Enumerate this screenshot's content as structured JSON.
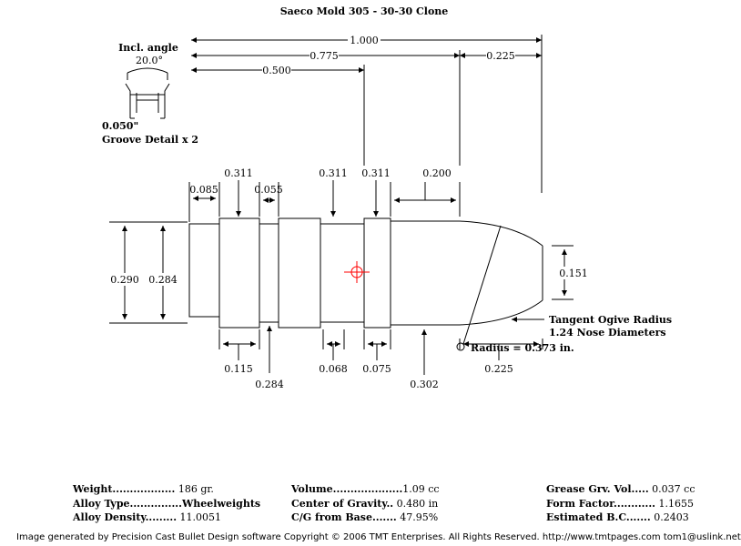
{
  "title": "Saeco Mold   305 - 30-30 Clone",
  "top_dims": {
    "overall": "1.000",
    "to_second_band": "0.775",
    "to_first_band": "0.500",
    "nose": "0.225"
  },
  "groove_detail": {
    "angle_label": "Incl. angle",
    "angle_value": "20.0°",
    "width": "0.050\"",
    "caption": "Groove Detail x 2"
  },
  "band_dims": {
    "base_band": "0.085",
    "groove_width": "0.055",
    "band1_dia": "0.311",
    "band2_dia": "0.311",
    "band3_dia": "0.311",
    "shank_len": "0.200"
  },
  "side_dims": {
    "base_dia": "0.290",
    "base_inner": "0.284"
  },
  "bottom_dims": {
    "d1": "0.115",
    "d2": "0.284",
    "d3": "0.068",
    "d4": "0.075",
    "d5": "0.302",
    "d6": "0.225"
  },
  "nose_dims": {
    "meplat": "0.151",
    "ogive_line1": "Tangent Ogive Radius",
    "ogive_line2": "1.24  Nose Diameters",
    "radius": "Radius = 0.373 in."
  },
  "stats": {
    "weight_label": "Weight..................",
    "weight_value": "186 gr.",
    "alloy_type_label": "Alloy Type...............",
    "alloy_type_value": "Wheelweights",
    "alloy_density_label": "Alloy Density.........",
    "alloy_density_value": "11.0051",
    "volume_label": "Volume....................",
    "volume_value": "1.09 cc",
    "cog_label": "Center of Gravity..",
    "cog_value": "0.480 in",
    "cg_base_label": "C/G from Base.......",
    "cg_base_value": "47.95%",
    "grease_label": "Grease Grv. Vol.....",
    "grease_value": "0.037 cc",
    "form_label": "Form Factor............",
    "form_value": "1.1655",
    "bc_label": "Estimated B.C.......",
    "bc_value": "0.2403"
  },
  "footer": "Image generated by Precision Cast Bullet Design software     Copyright © 2006 TMT Enterprises. All Rights Reserved.     http://www.tmtpages.com     tom1@uslink.net",
  "colors": {
    "ink": "#000000",
    "cg_marker": "#ff0000"
  }
}
